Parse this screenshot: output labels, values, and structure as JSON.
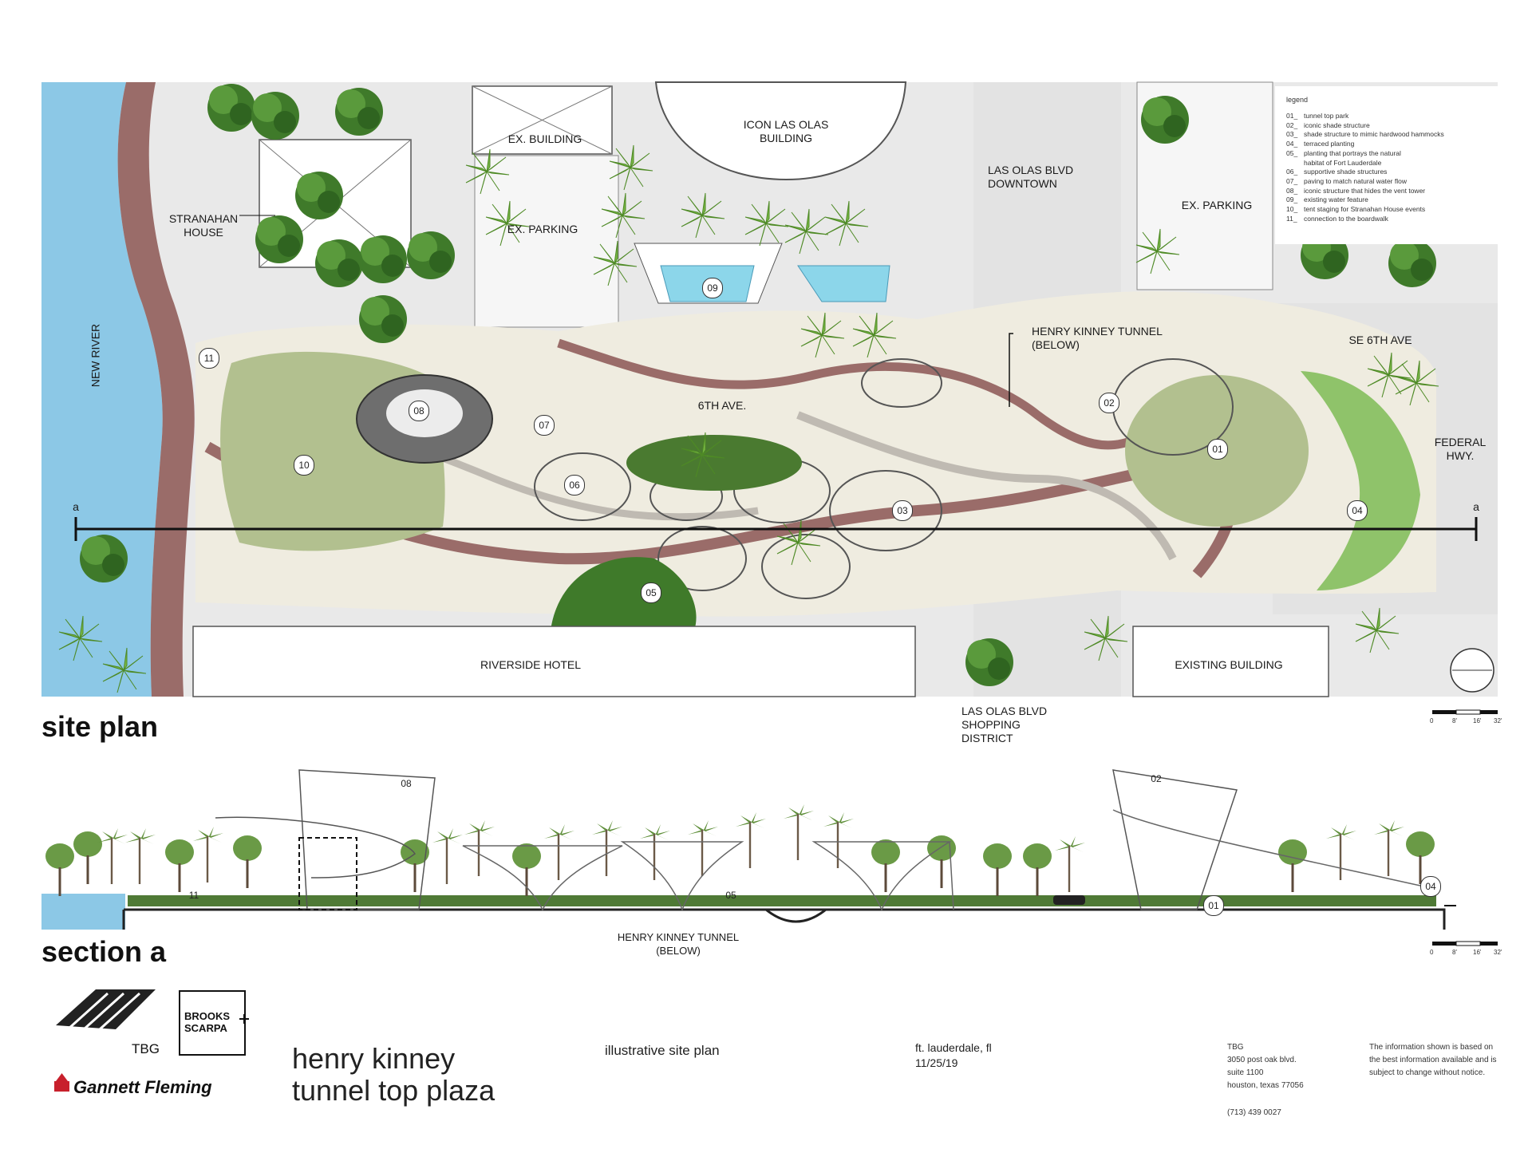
{
  "site_plan": {
    "heading": "site plan",
    "labels": {
      "icon_las_olas": "ICON LAS OLAS\nBUILDING",
      "ex_building": "EX. BUILDING",
      "stranahan_house": "STRANAHAN\nHOUSE",
      "ex_parking_left": "EX. PARKING",
      "las_olas_downtown": "LAS  OLAS BLVD\nDOWNTOWN",
      "ex_parking_right": "EX. PARKING",
      "new_river": "NEW RIVER",
      "henry_kinney_tunnel": "HENRY KINNEY TUNNEL\n(BELOW)",
      "se_6th_ave": "SE 6TH AVE",
      "sixth_ave": "6TH AVE.",
      "federal_hwy": "FEDERAL\nHWY.",
      "riverside_hotel": "RIVERSIDE HOTEL",
      "existing_building": "EXISTING BUILDING",
      "las_olas_shopping": "LAS OLAS BLVD\nSHOPPING\nDISTRICT",
      "section_marker_left": "a",
      "section_marker_right": "a"
    },
    "plan_numbers": {
      "n01": "01",
      "n02": "02",
      "n03": "03",
      "n04": "04",
      "n05": "05",
      "n06": "06",
      "n07": "07",
      "n08": "08",
      "n09": "09",
      "n10": "10",
      "n11": "11"
    },
    "scale_labels": [
      "0",
      "8'",
      "16'",
      "32'"
    ]
  },
  "legend": {
    "title": "legend",
    "items": [
      {
        "num": "01_",
        "text": "tunnel top park"
      },
      {
        "num": "02_",
        "text": "iconic shade structure"
      },
      {
        "num": "03_",
        "text": "shade structure to mimic hardwood hammocks"
      },
      {
        "num": "04_",
        "text": "terraced planting"
      },
      {
        "num": "05_",
        "text": "planting that portrays the natural\nhabitat of Fort Lauderdale"
      },
      {
        "num": "06_",
        "text": "supportive shade structures"
      },
      {
        "num": "07_",
        "text": "paving to match natural water flow"
      },
      {
        "num": "08_",
        "text": "iconic structure that hides the vent tower"
      },
      {
        "num": "09_",
        "text": "existing water feature"
      },
      {
        "num": "10_",
        "text": "tent staging for Stranahan House events"
      },
      {
        "num": "11_",
        "text": "connection to the boardwalk"
      }
    ]
  },
  "section": {
    "heading": "section a",
    "tunnel_label": "HENRY KINNEY TUNNEL\n(BELOW)",
    "numbers": {
      "s08": "08",
      "s02": "02",
      "s11": "11",
      "s05": "05",
      "s01": "01",
      "s04": "04"
    },
    "scale_labels": [
      "0",
      "8'",
      "16'",
      "32'"
    ]
  },
  "title_block": {
    "tbg_logo_text": "TBG",
    "brooks_scarpa": "BROOKS\nSCARPA",
    "gannett_fleming": "Gannett Fleming",
    "project_title": "henry kinney\ntunnel top plaza",
    "sheet_title": "illustrative site plan",
    "location": "ft. lauderdale, fl",
    "date": "11/25/19",
    "address": "TBG\n3050 post oak blvd.\nsuite 1100\nhouston, texas 77056",
    "phone": "(713) 439 0027",
    "disclaimer": "The information shown is based on\nthe best information available and is\nsubject to change without notice."
  },
  "colors": {
    "water": "#8cc8e6",
    "paving": "#efece0",
    "paving_alt": "#d7d5cf",
    "brick": "#9a6c69",
    "lawn": "#b2c08f",
    "tree": "#3f7a2a",
    "palm": "#79b845",
    "road": "#e6e6e6"
  }
}
